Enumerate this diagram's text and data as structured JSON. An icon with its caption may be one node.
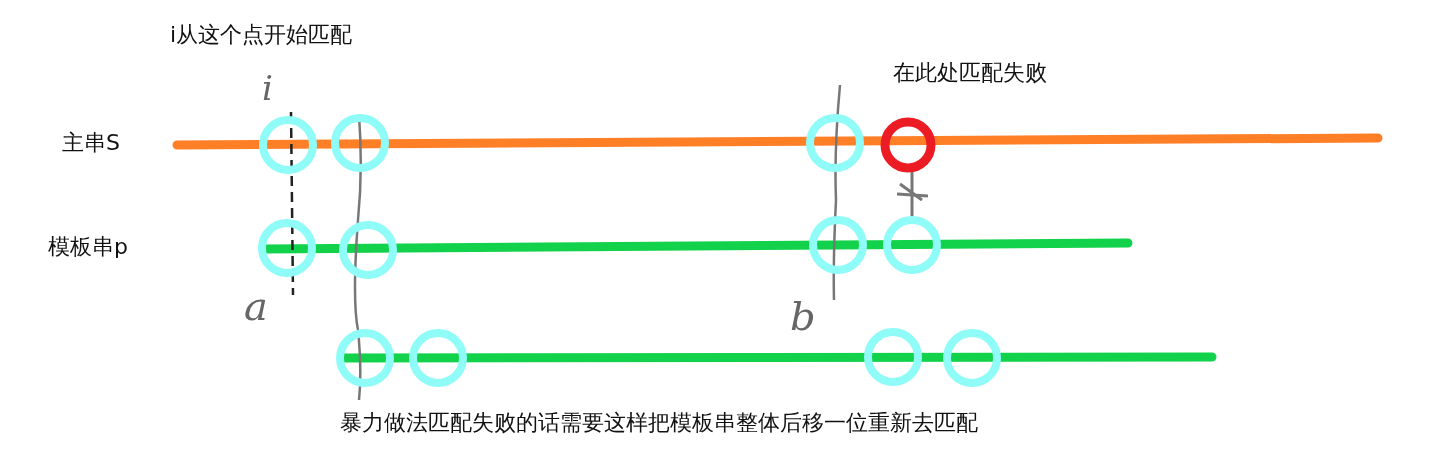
{
  "diagram": {
    "labels": [
      "i从这个点开始匹配",
      "i",
      "在此处匹配失败",
      "主串S",
      "模板串p",
      "a",
      "b",
      "暴力做法匹配失败的话需要这样把模板串整体后移一位重新去匹配"
    ]
  }
}
